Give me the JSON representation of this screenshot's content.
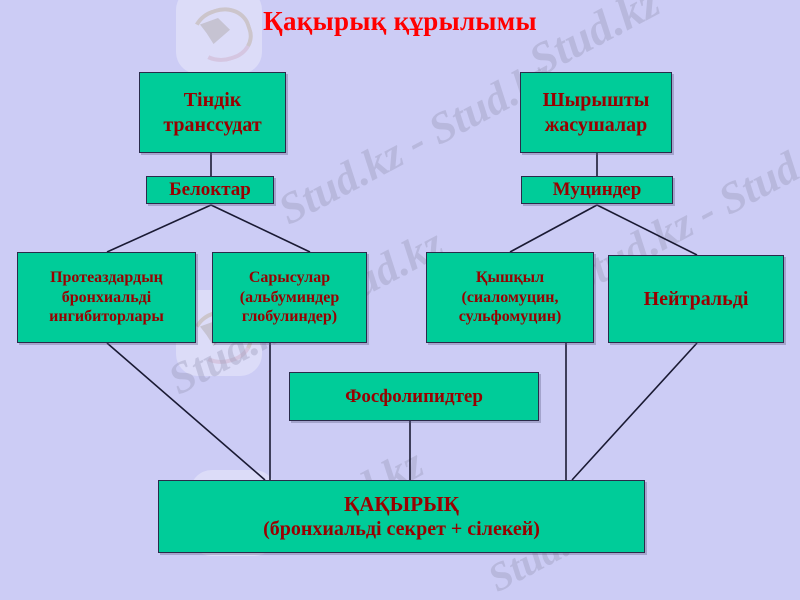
{
  "slide": {
    "title": "Қақырық құрылымы",
    "title_color": "#ff0000",
    "background_color": "#ccccf5",
    "node_fill_color": "#00cc99",
    "node_border_color": "#2a2a4a",
    "node_text_color": "#990000"
  },
  "nodes": {
    "tindik": {
      "line1": "Тіндік",
      "line2": "транссудат"
    },
    "shyryshty": {
      "line1": "Шырышты",
      "line2": "жасушалар"
    },
    "beloktar": {
      "line1": "Белоктар"
    },
    "mutsinder": {
      "line1": "Муциндер"
    },
    "proteaza": {
      "line1": "Протеаздардың",
      "line2": "бронхиальді",
      "line3": "ингибиторлары"
    },
    "sarysular": {
      "line1": "Сарысулар",
      "line2": "(альбуминдер",
      "line3": "глобулиндер)"
    },
    "qyshqyl": {
      "line1": "Қышқыл",
      "line2": "(сиаломуцин,",
      "line3": "сульфомуцин)"
    },
    "neytraldi": {
      "line1": "Нейтральді"
    },
    "fosfolipidter": {
      "line1": "Фосфолипидтер"
    },
    "qaqyryq": {
      "line1": "ҚАҚЫРЫҚ",
      "line2": "(бронхиальді секрет + сілекей)"
    }
  },
  "watermark": {
    "text_1": "Stud.kz",
    "text_2": "Stud.kz - Stud.kz",
    "text_3": "Stud.kz - Stud.kz",
    "text_4": "Stud.kz - Stud.kz",
    "text_5": "Stud.kz",
    "text_6": "Stud.kz"
  }
}
